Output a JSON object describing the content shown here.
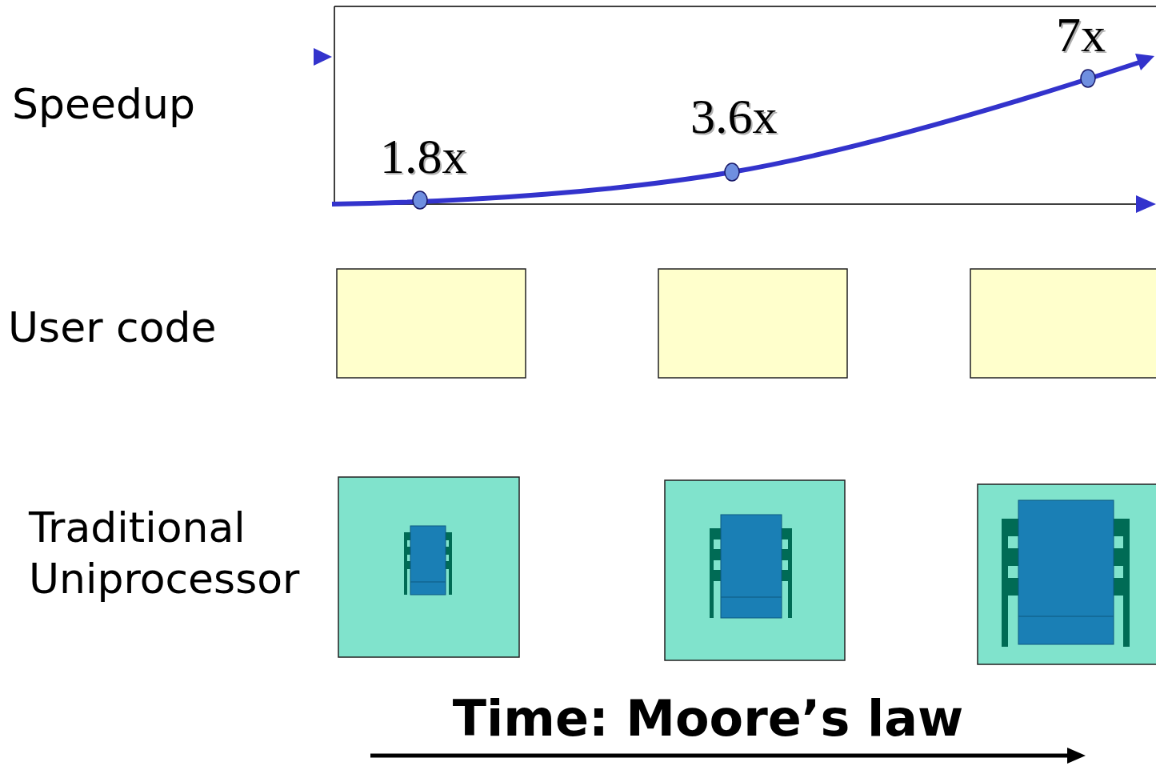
{
  "diagram": {
    "labels": [
      "Speedup",
      "1.8x",
      "3.6x",
      "7x",
      "User code",
      "Traditional Uniprocessor",
      "Time: Moore’s law"
    ]
  }
}
